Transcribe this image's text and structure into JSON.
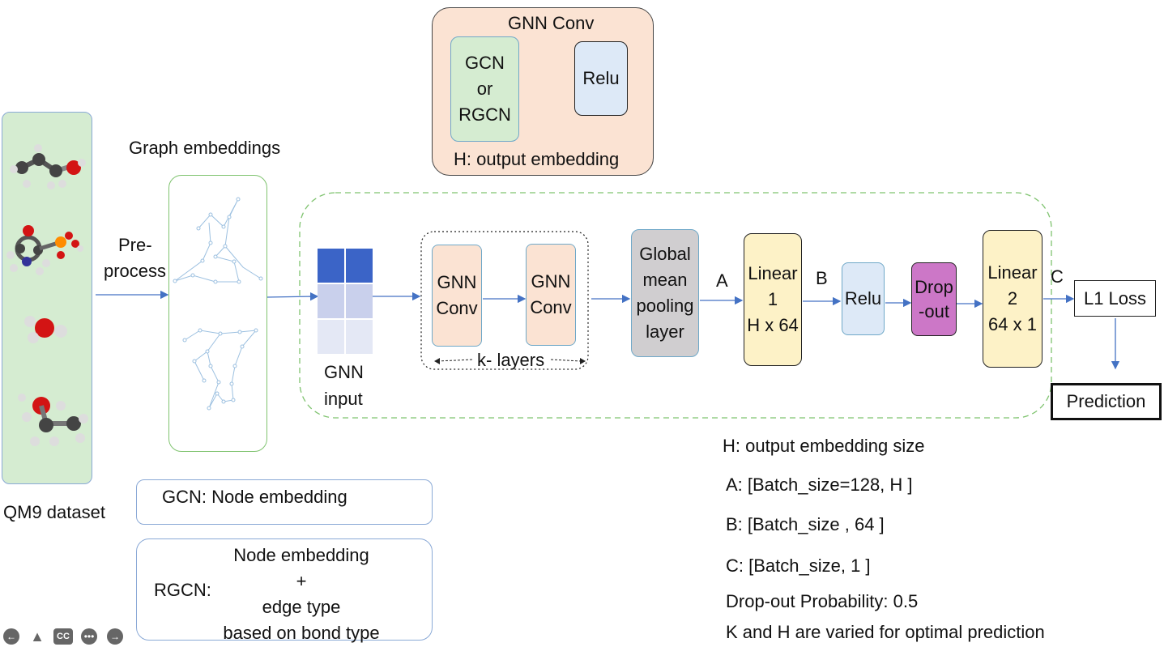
{
  "dataset": {
    "label": "QM9 dataset"
  },
  "preprocess": {
    "line1": "Pre-",
    "line2": "process"
  },
  "graph_embeddings": {
    "label": "Graph embeddings"
  },
  "gnn_conv_detail": {
    "title": "GNN Conv",
    "gcn_lines": [
      "GCN",
      "or",
      "RGCN"
    ],
    "relu": "Relu",
    "caption": "H: output embedding"
  },
  "gnn_input": {
    "line1": "GNN",
    "line2": "input"
  },
  "gnn_layers": {
    "conv1": [
      "GNN",
      "Conv"
    ],
    "conv2": [
      "GNN",
      "Conv"
    ],
    "k_label": "k- layers"
  },
  "pooling": {
    "lines": [
      "Global",
      "mean",
      "pooling",
      "layer"
    ]
  },
  "linear1": {
    "lines": [
      "Linear",
      "1",
      "H x 64"
    ]
  },
  "relu2": {
    "label": "Relu"
  },
  "dropout": {
    "lines": [
      "Drop",
      "-out"
    ]
  },
  "linear2": {
    "lines": [
      "Linear",
      "2",
      "64 x 1"
    ]
  },
  "edge_labels": {
    "a": "A",
    "b": "B",
    "c": "C"
  },
  "loss": {
    "label": "L1 Loss"
  },
  "prediction": {
    "label": "Prediction"
  },
  "legend_gcn": {
    "text": "GCN: Node embedding"
  },
  "legend_rgcn": {
    "prefix": "RGCN:",
    "lines": [
      "Node embedding",
      "+",
      "edge type",
      "based on bond type"
    ]
  },
  "notes": [
    "H: output embedding size",
    "A:  [Batch_size=128, H ]",
    "B:   [Batch_size , 64 ]",
    "C:   [Batch_size, 1 ]",
    "Drop-out Probability:   0.5",
    "K and H are varied for optimal prediction"
  ],
  "controls": {
    "back": "back-icon",
    "tri": "triangle-icon",
    "cc": "CC",
    "more": "more-icon",
    "next": "next-icon"
  },
  "colors": {
    "green_fill": "#d5ecd1",
    "green_border": "#7fb27a",
    "blue_border": "#8aa9d6",
    "peach": "#fbe3d3",
    "light_blue": "#dde9f7",
    "grey": "#d0ced0",
    "yellow": "#fdf2c7",
    "purple": "#cc77c7",
    "arrow": "#4472c4",
    "grid_dark": "#3b64c7",
    "grid_mid": "#c9d0ec",
    "grid_light": "#e4e8f5"
  }
}
